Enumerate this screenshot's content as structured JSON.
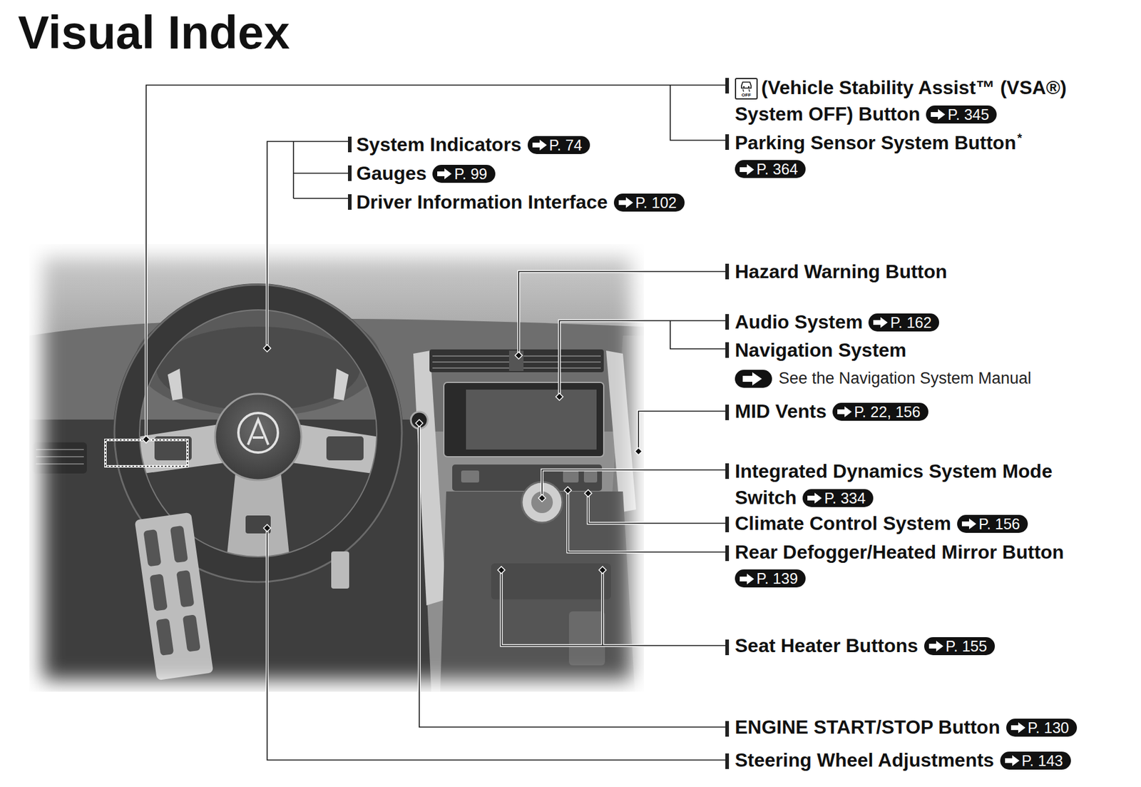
{
  "diagram": {
    "title": "Visual Index",
    "nodes": [
      {
        "text": [
          "P. 345"
        ]
      },
      {
        "text": [
          "P. 364"
        ]
      },
      {
        "text": [
          "P. 74"
        ]
      },
      {
        "text": [
          "P. 99"
        ]
      },
      {
        "text": [
          "P. 102"
        ]
      },
      {
        "text": [
          "P. 162"
        ]
      },
      {
        "text": [
          "P. 22, 156"
        ]
      },
      {
        "text": [
          "P. 334"
        ]
      },
      {
        "text": [
          "P. 156"
        ]
      },
      {
        "text": [
          "P. 139"
        ]
      },
      {
        "text": [
          "P. 155"
        ]
      },
      {
        "text": [
          "P. 130"
        ]
      },
      {
        "text": [
          "P. 143"
        ]
      }
    ],
    "labels": [
      "(Vehicle Stability Assist™ (VSA®) System OFF) Button",
      "OFF",
      "Parking Sensor System Button",
      "*",
      "System Indicators",
      "Gauges",
      "Driver Information Interface",
      "Hazard Warning Button",
      "Audio System",
      "Navigation System",
      "See the Navigation System Manual",
      "MID Vents",
      "Integrated Dynamics System Mode Switch",
      "Climate Control System",
      "Rear Defogger/Heated Mirror Button",
      "Seat Heater Buttons",
      "ENGINE START/STOP Button",
      "Steering Wheel Adjustments"
    ]
  }
}
